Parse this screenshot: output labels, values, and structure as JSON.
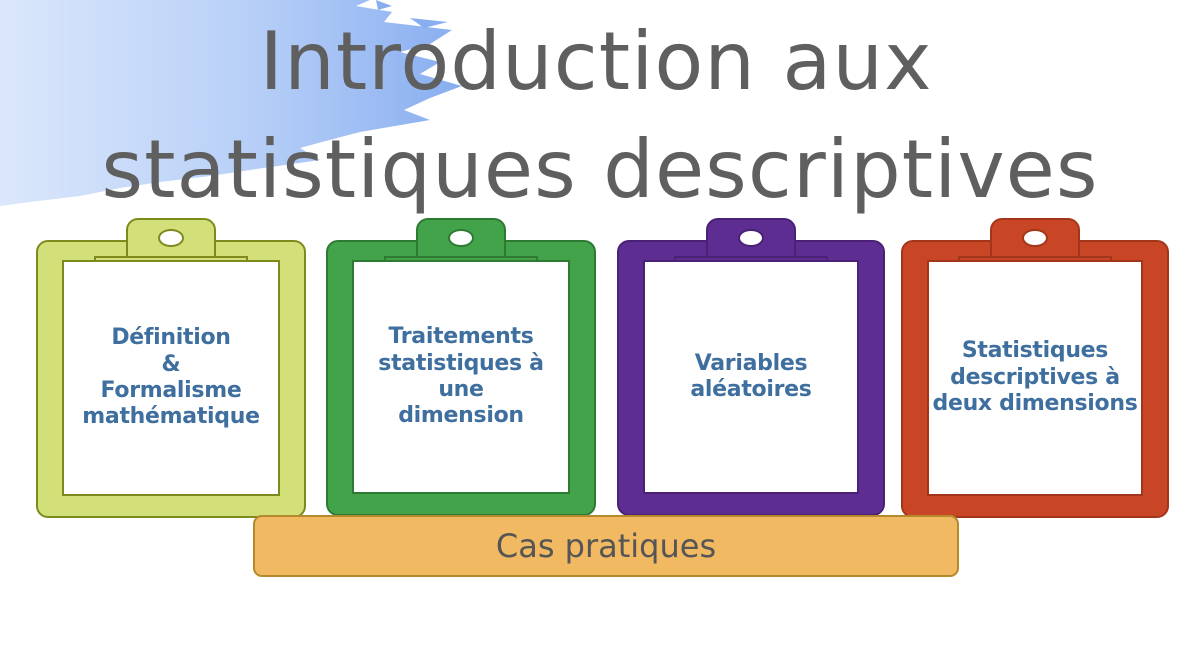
{
  "title": {
    "line1": "Introduction aux",
    "line2": "statistiques descriptives"
  },
  "clipboards": [
    {
      "text": "Définition\n&\nFormalisme\nmathématique",
      "color": "#d3e07a"
    },
    {
      "text": "Traitements\nstatistiques à une\ndimension",
      "color": "#43a34a"
    },
    {
      "text": "Variables\naléatoires",
      "color": "#5e2d91"
    },
    {
      "text": "Statistiques\ndescriptives à\ndeux dimensions",
      "color": "#c84625"
    }
  ],
  "footer_bar": {
    "label": "Cas pratiques",
    "color": "#f1b962"
  },
  "colors": {
    "title_text": "#5f5f5f",
    "clipboard_text": "#3f6f9f",
    "splash_blue": "#8fb4f2"
  }
}
